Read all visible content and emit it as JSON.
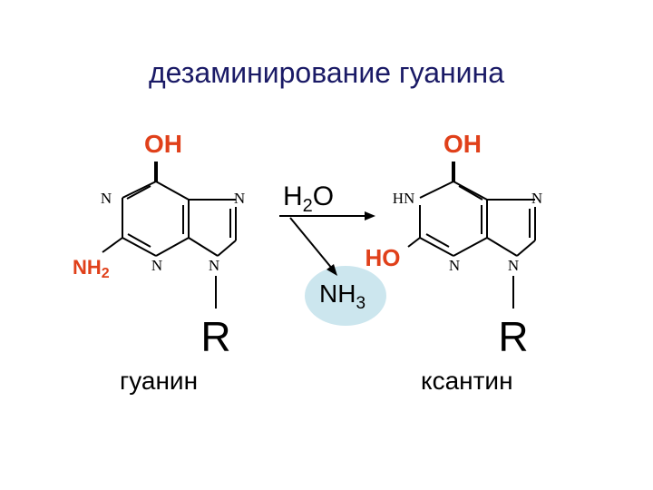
{
  "title": "дезаминирование гуанина",
  "colors": {
    "accent_red": "#e0401a",
    "ink": "#000000",
    "title_color": "#1a1a66",
    "ammonia_bubble": "#cce6ee"
  },
  "guanine": {
    "oh_label": "OH",
    "n_left": "N",
    "n_right": "N",
    "nh2_main": "NH",
    "nh2_sub": "2",
    "n_bottom_left": "N",
    "n_bottom_right": "N",
    "r_label": "R",
    "name": "гуанин"
  },
  "reaction": {
    "water_main": "H",
    "water_sub": "2",
    "water_end": "O",
    "ammonia_main": "NH",
    "ammonia_sub": "3"
  },
  "xanthine": {
    "oh_label": "OH",
    "hn_label": "HN",
    "n_right": "N",
    "ho_label": "HO",
    "n_bottom_left": "N",
    "n_bottom_right": "N",
    "r_label": "R",
    "name": "ксантин"
  }
}
